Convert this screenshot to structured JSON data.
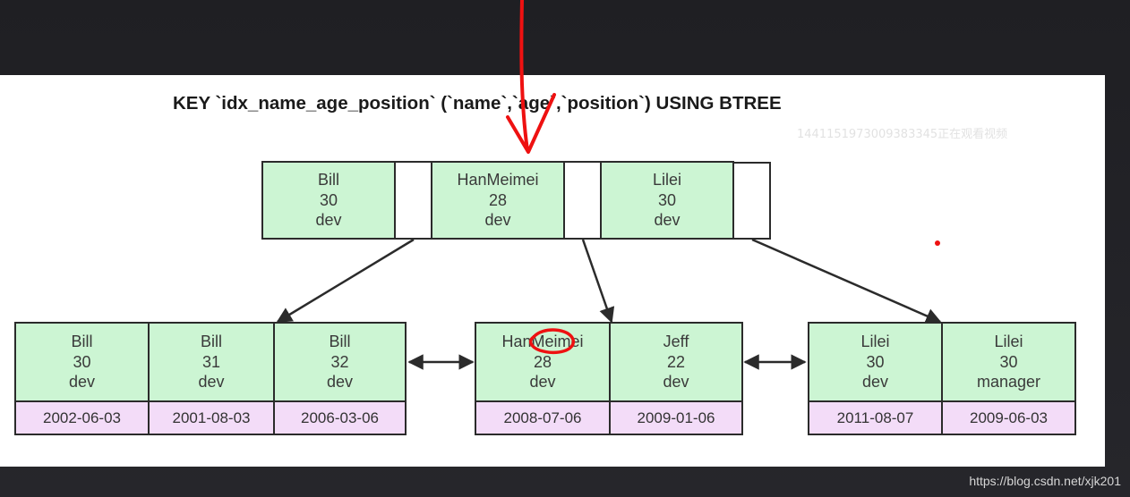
{
  "title": "KEY `idx_name_age_position` (`name`,`age`,`position`) USING BTREE",
  "viewer_text": "1441151973009383345正在观看视频",
  "watermark": "https://blog.csdn.net/xjk201",
  "colors": {
    "key_cell": "#ccf5d3",
    "date_cell": "#f3dcf8",
    "border": "#2b2b2b",
    "annotation": "#ee1111",
    "background": "#1f1f23"
  },
  "root_node": [
    {
      "name": "Bill",
      "age": "30",
      "position": "dev"
    },
    {
      "name": "HanMeimei",
      "age": "28",
      "position": "dev"
    },
    {
      "name": "Lilei",
      "age": "30",
      "position": "dev"
    }
  ],
  "leaf_nodes": [
    [
      {
        "name": "Bill",
        "age": "30",
        "position": "dev",
        "date": "2002-06-03"
      },
      {
        "name": "Bill",
        "age": "31",
        "position": "dev",
        "date": "2001-08-03"
      },
      {
        "name": "Bill",
        "age": "32",
        "position": "dev",
        "date": "2006-03-06"
      }
    ],
    [
      {
        "name": "HanMeimei",
        "age": "28",
        "position": "dev",
        "date": "2008-07-06"
      },
      {
        "name": "Jeff",
        "age": "22",
        "position": "dev",
        "date": "2009-01-06"
      }
    ],
    [
      {
        "name": "Lilei",
        "age": "30",
        "position": "dev",
        "date": "2011-08-07"
      },
      {
        "name": "Lilei",
        "age": "30",
        "position": "manager",
        "date": "2009-06-03"
      }
    ]
  ]
}
